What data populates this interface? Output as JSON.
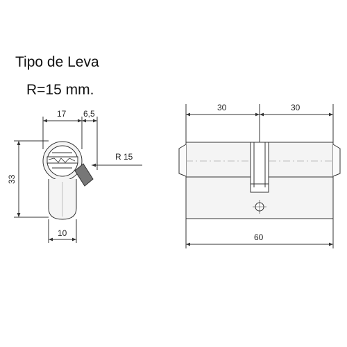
{
  "heading": {
    "title": "Tipo de Leva",
    "subtitle": "R=15 mm."
  },
  "side_view": {
    "dim_width_top": "17",
    "dim_offset_top": "6,5",
    "dim_radius": "R 15",
    "dim_height": "33",
    "dim_width_bottom": "10"
  },
  "front_view": {
    "dim_left_half": "30",
    "dim_right_half": "30",
    "dim_total_length": "60"
  },
  "colors": {
    "line": "#333333",
    "cam_fill": "#777777",
    "body_fill": "#f4f4f4"
  }
}
